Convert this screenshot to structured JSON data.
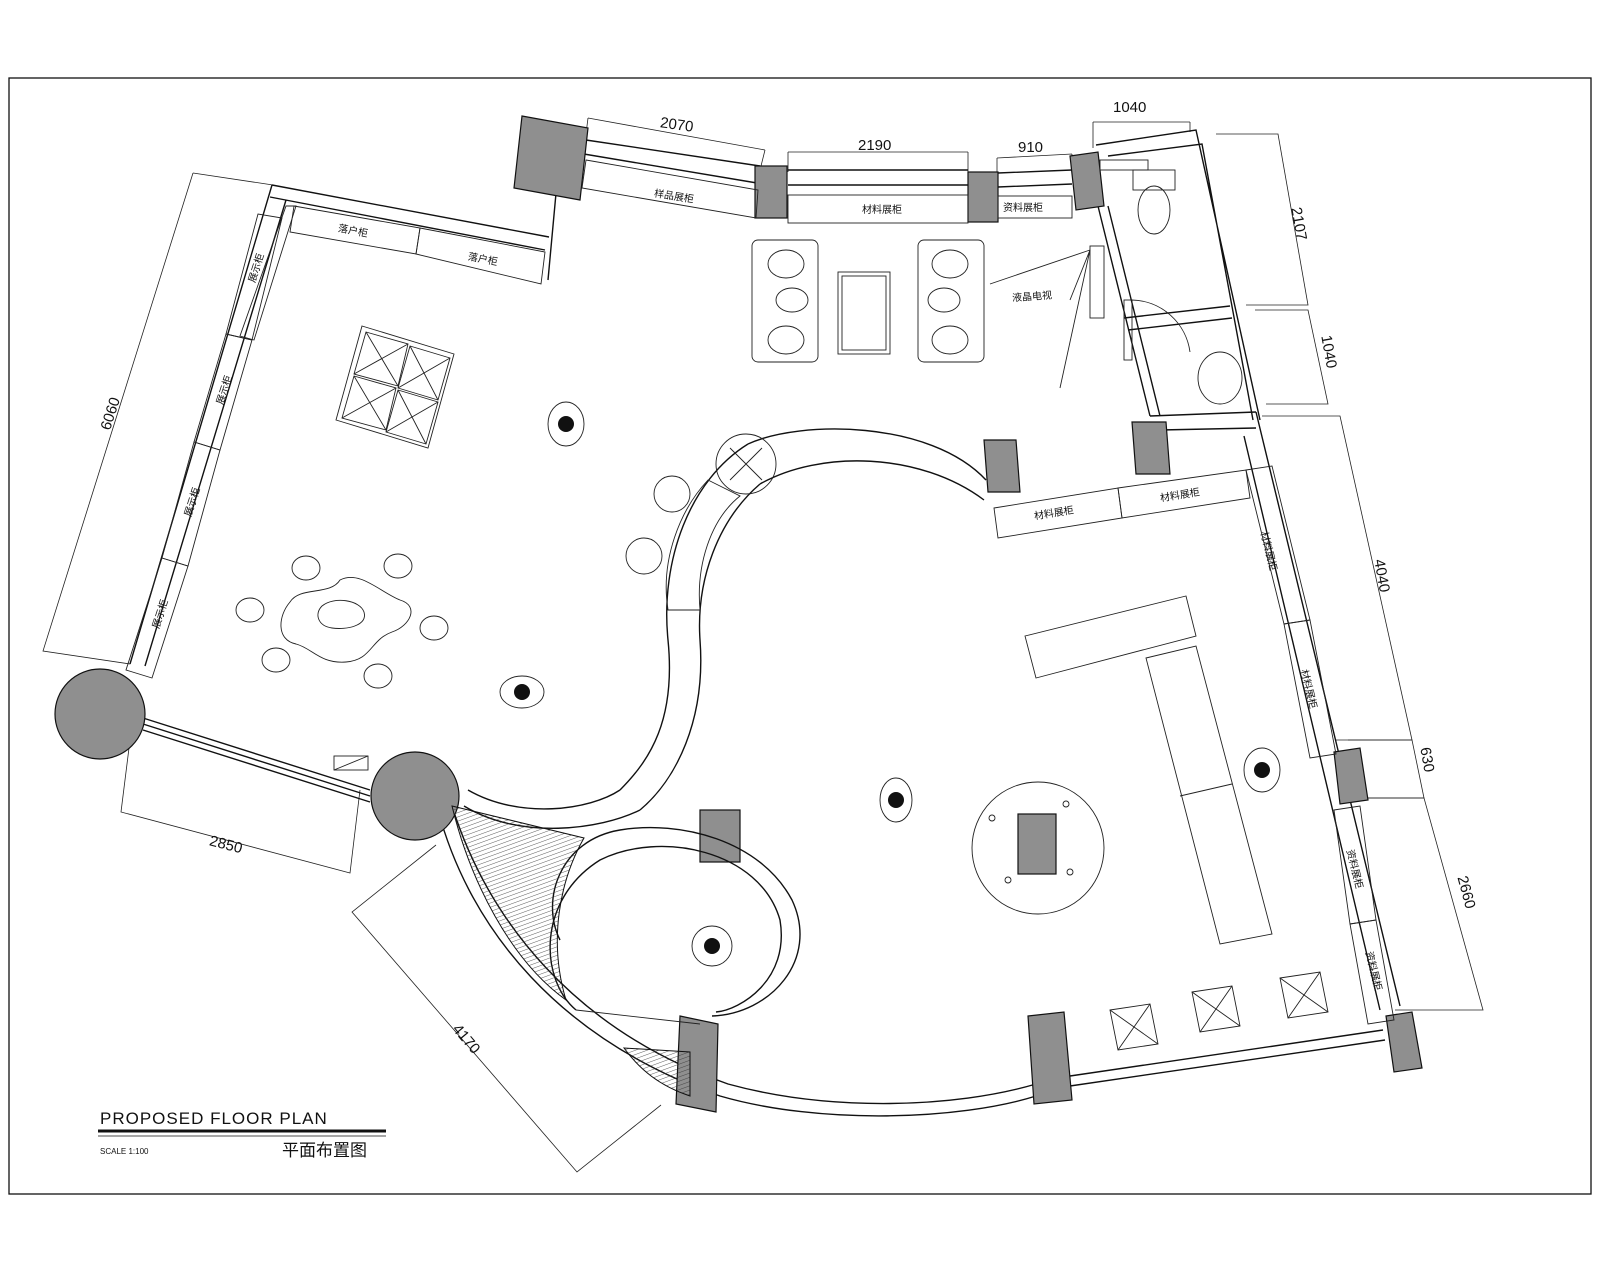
{
  "title": {
    "en": "PROPOSED FLOOR PLAN",
    "zh": "平面布置图",
    "scale": "SCALE 1:100"
  },
  "dimensions": {
    "top_left": "2070",
    "top_mid": "2190",
    "top_right": "910",
    "restroom_top": "1040",
    "restroom_side": "2107",
    "restroom_side_lower": "1040",
    "right_upper": "4040",
    "right_mid": "630",
    "right_lower": "2660",
    "left_side": "6060",
    "bottom_left": "2850",
    "bottom_diag": "4170"
  },
  "labels": {
    "top_cabinet_1": "样品展柜",
    "top_cabinet_2": "材料展柜",
    "top_cabinet_3": "资料展柜",
    "left_top_1": "落户柜",
    "left_top_2": "落户柜",
    "left_wall_1": "展示柜",
    "left_wall_2": "展示柜",
    "left_wall_3": "展示柜",
    "left_wall_4": "展示柜",
    "mid_cabinet_1": "材料展柜",
    "mid_cabinet_2": "材料展柜",
    "right_wall_1": "材料展柜",
    "right_wall_2": "材料展柜",
    "right_wall_3": "资料展柜",
    "right_wall_4": "资料展柜",
    "tv": "液晶电视"
  }
}
